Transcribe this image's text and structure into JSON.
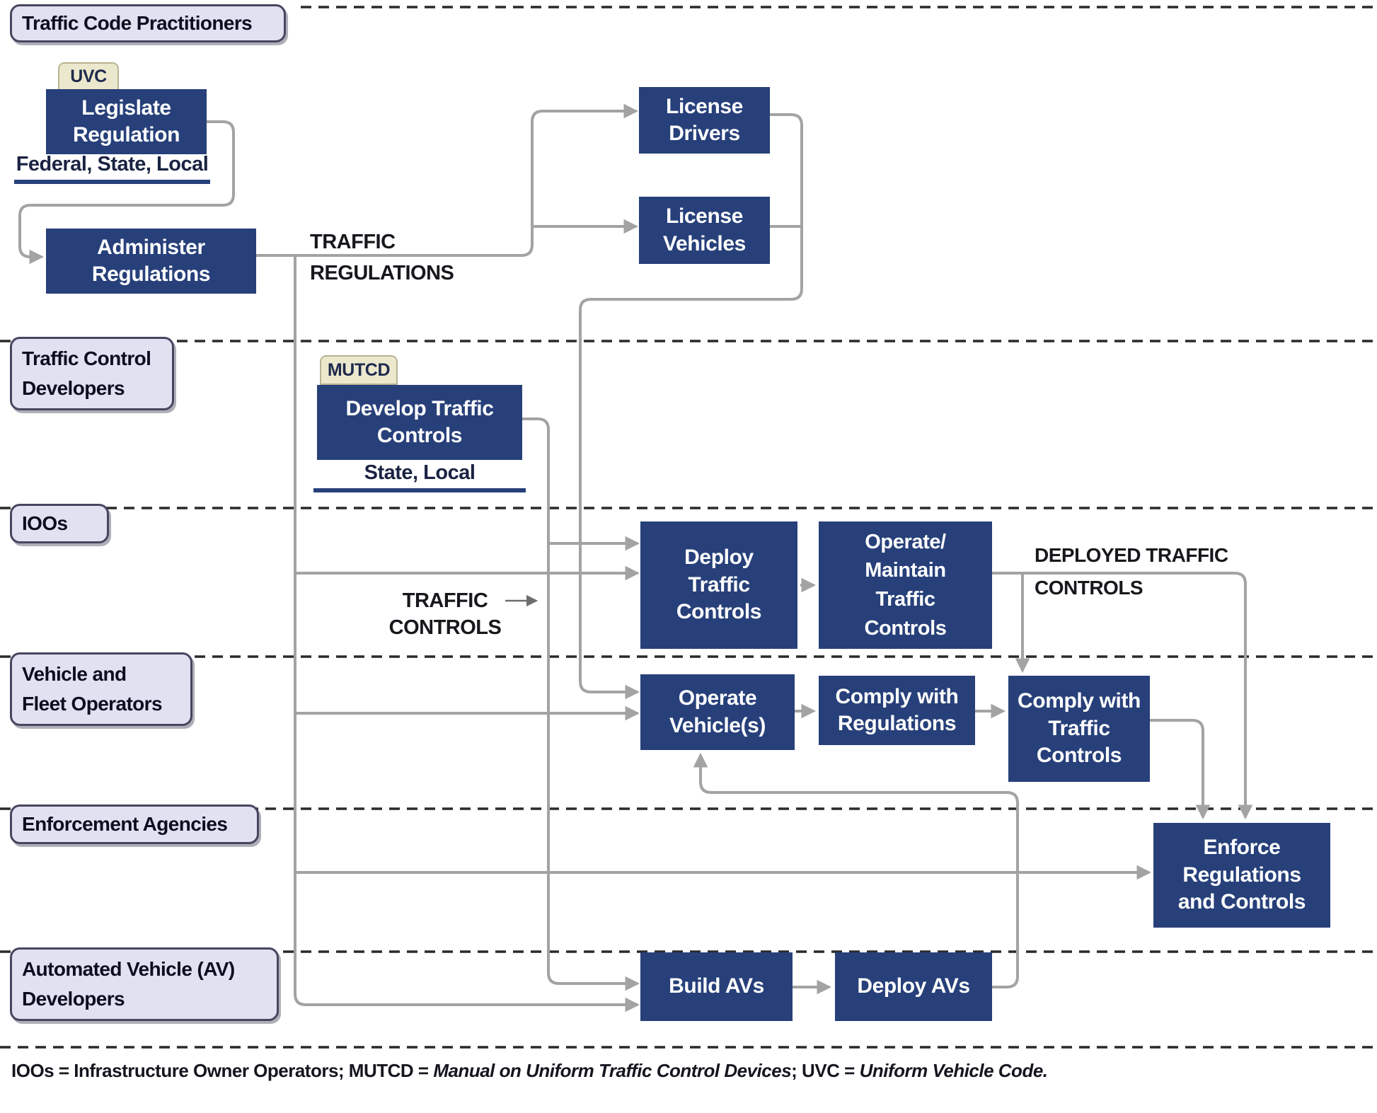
{
  "lanes": [
    {
      "label": "Traffic Code Practitioners"
    },
    {
      "label": "Traffic Control\nDevelopers"
    },
    {
      "label": "IOOs"
    },
    {
      "label": "Vehicle and\nFleet Operators"
    },
    {
      "label": "Enforcement Agencies"
    },
    {
      "label": "Automated Vehicle (AV)\nDevelopers"
    }
  ],
  "tags": {
    "uvc": "UVC",
    "mutcd": "MUTCD"
  },
  "boxes": {
    "legislate": "Legislate\nRegulation",
    "administer": "Administer\nRegulations",
    "license_drivers": "License\nDrivers",
    "license_vehicles": "License\nVehicles",
    "develop_controls": "Develop Traffic\nControls",
    "deploy_controls": "Deploy\nTraffic\nControls",
    "operate_maintain": "Operate/\nMaintain\nTraffic\nControls",
    "operate_vehicles": "Operate\nVehicle(s)",
    "comply_regulations": "Comply with\nRegulations",
    "comply_controls": "Comply with\nTraffic\nControls",
    "enforce": "Enforce\nRegulations\nand Controls",
    "build_avs": "Build AVs",
    "deploy_avs": "Deploy AVs"
  },
  "sublabels": {
    "legislate_scope": "Federal, State, Local",
    "develop_scope": "State, Local"
  },
  "flow_labels": {
    "traffic_regulations": "TRAFFIC\nREGULATIONS",
    "traffic_controls": "TRAFFIC\nCONTROLS",
    "deployed_controls": "DEPLOYED TRAFFIC\nCONTROLS"
  },
  "footer": {
    "seg1": "IOOs = Infrastructure Owner Operators; MUTCD = ",
    "seg2": "Manual on Uniform Traffic Control Devices",
    "seg3": "; UVC = ",
    "seg4": "Uniform Vehicle Code."
  },
  "colors": {
    "box_navy": "#27407a",
    "lane_label_bg": "#e2e1f2",
    "tag_tan": "#ece8cd",
    "connector_gray": "#a3a3a3",
    "dashed_line": "#2a2a2a"
  }
}
